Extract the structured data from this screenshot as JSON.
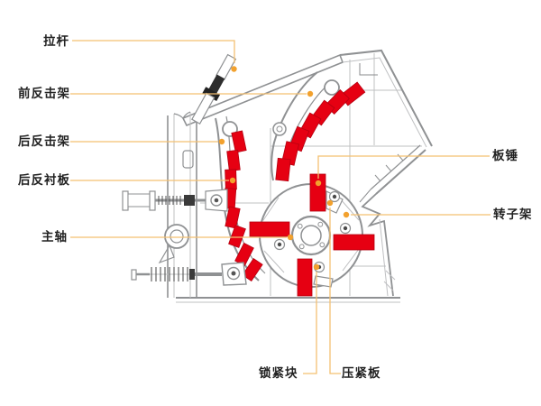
{
  "diagram": {
    "type": "technical-diagram",
    "labels": {
      "tie_rod": "拉杆",
      "front_impact_frame": "前反击架",
      "rear_impact_frame": "后反击架",
      "rear_liner_plate": "后反衬板",
      "main_shaft": "主轴",
      "blow_bar": "板锤",
      "rotor_frame": "转子架",
      "locking_block": "锁紧块",
      "pressing_plate": "压紧板"
    },
    "colors": {
      "highlight_red": "#e60012",
      "leader_line": "#f3c072",
      "leader_dot": "#f2a12e",
      "line_art": "#8f9193",
      "background": "#ffffff"
    }
  }
}
